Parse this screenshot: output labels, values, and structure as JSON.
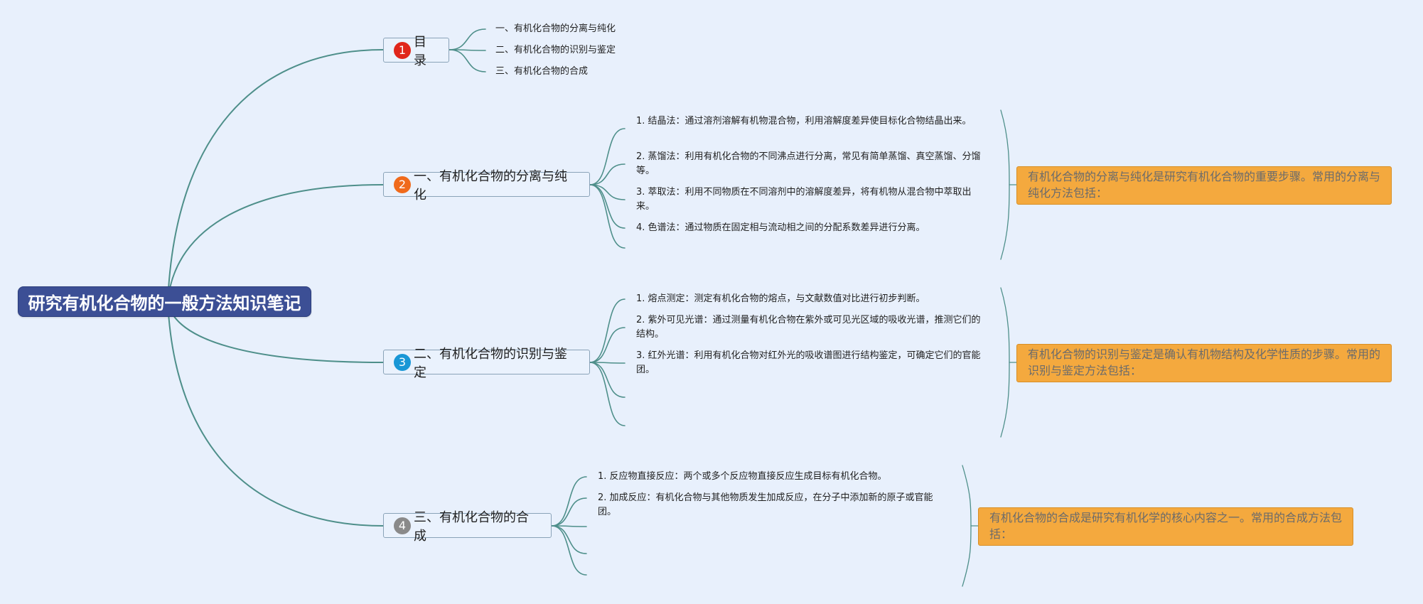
{
  "root": {
    "title": "研究有机化合物的一般方法知识笔记"
  },
  "colors": {
    "background": "#e8f0fc",
    "connector": "#4e8f8a",
    "root_fill": "#3c4f95",
    "summary_fill": "#f4a93e",
    "badge_1": "#e0261b",
    "badge_2": "#f06a1b",
    "badge_3": "#1997d6",
    "badge_4": "#8a8a8a"
  },
  "topics": [
    {
      "badge": "1",
      "label": "目录",
      "children": [
        "一、有机化合物的分离与纯化",
        "二、有机化合物的识别与鉴定",
        "三、有机化合物的合成"
      ]
    },
    {
      "badge": "2",
      "label": "一、有机化合物的分离与纯化",
      "children": [
        "1. 结晶法：通过溶剂溶解有机物混合物，利用溶解度差异使目标化合物结晶出来。",
        "2. 蒸馏法：利用有机化合物的不同沸点进行分离，常见有简单蒸馏、真空蒸馏、分馏等。",
        "3. 萃取法：利用不同物质在不同溶剂中的溶解度差异，将有机物从混合物中萃取出来。",
        "4. 色谱法：通过物质在固定相与流动相之间的分配系数差异进行分离。"
      ],
      "summary": "有机化合物的分离与纯化是研究有机化合物的重要步骤。常用的分离与纯化方法包括："
    },
    {
      "badge": "3",
      "label": "二、有机化合物的识别与鉴定",
      "children": [
        "1. 熔点测定：测定有机化合物的熔点，与文献数值对比进行初步判断。",
        "2. 紫外可见光谱：通过测量有机化合物在紫外或可见光区域的吸收光谱，推测它们的结构。",
        "3. 红外光谱：利用有机化合物对红外光的吸收谱图进行结构鉴定，可确定它们的官能团。"
      ],
      "summary": "有机化合物的识别与鉴定是确认有机物结构及化学性质的步骤。常用的识别与鉴定方法包括："
    },
    {
      "badge": "4",
      "label": "三、有机化合物的合成",
      "children": [
        "1. 反应物直接反应：两个或多个反应物直接反应生成目标有机化合物。",
        "2. 加成反应：有机化合物与其他物质发生加成反应，在分子中添加新的原子或官能团。"
      ],
      "summary": "有机化合物的合成是研究有机化学的核心内容之一。常用的合成方法包括："
    }
  ]
}
